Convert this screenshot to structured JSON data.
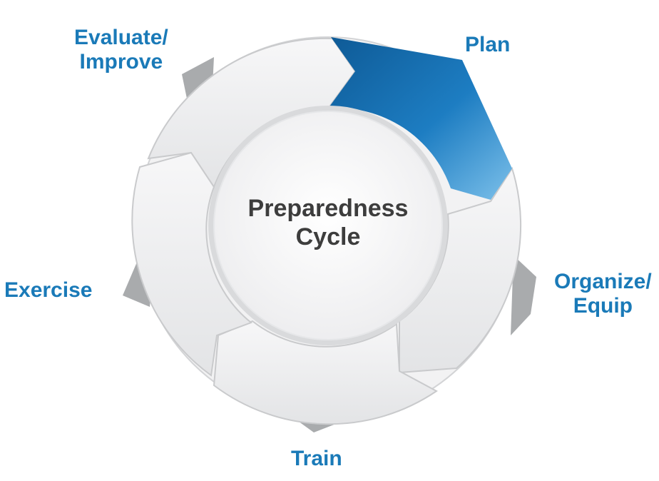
{
  "diagram": {
    "center_title_line1": "Preparedness",
    "center_title_line2": "Cycle",
    "stages": {
      "plan": {
        "label": "Plan",
        "color": "#1a7ab8"
      },
      "organize": {
        "label_line1": "Organize/",
        "label_line2": "Equip"
      },
      "train": {
        "label": "Train"
      },
      "exercise": {
        "label": "Exercise"
      },
      "evaluate": {
        "label_line1": "Evaluate/",
        "label_line2": "Improve"
      }
    },
    "colors": {
      "label_text": "#1a7ab8",
      "center_text": "#3d3d3d",
      "segment_fill": "#f0f0f2",
      "segment_shadow": "#a9abad",
      "active_segment": "#1a6faf"
    }
  }
}
